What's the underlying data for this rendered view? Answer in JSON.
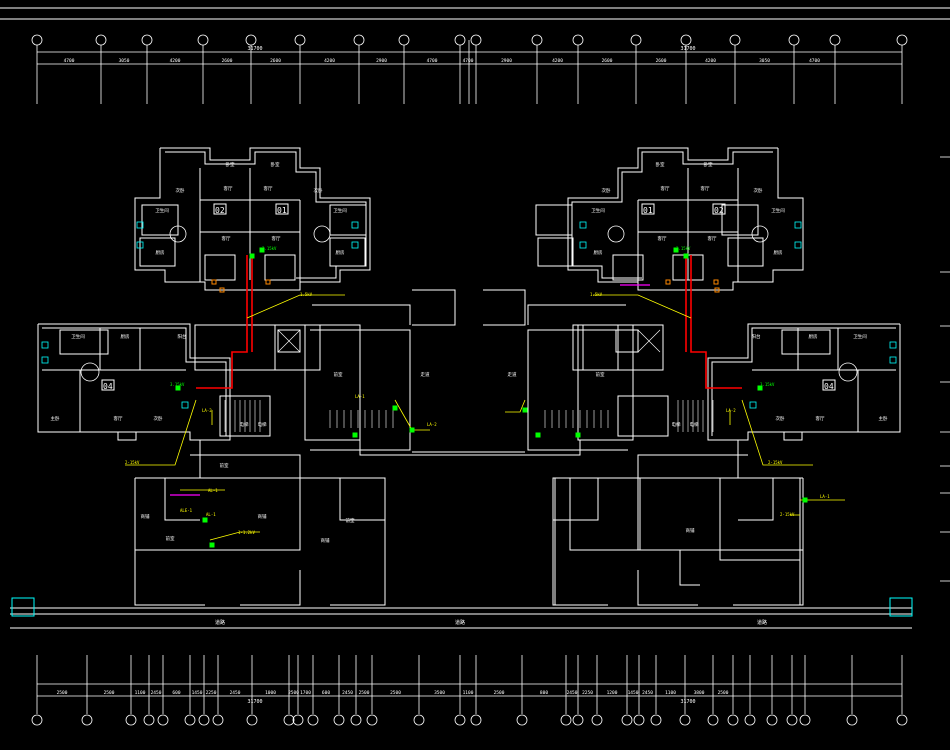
{
  "colors": {
    "background": "#000000",
    "wall": "#ffffff",
    "dim": "#ffffff",
    "pipe_red": "#ff0000",
    "pipe_yellow": "#ffff00",
    "equip_green": "#00ff00",
    "magenta": "#ff00ff",
    "cyan": "#00ffff",
    "orange": "#ff8800"
  },
  "top_axis": {
    "total": "31700",
    "segments": [
      "4700",
      "3050",
      "4200",
      "2600",
      "2600",
      "4200",
      "2900",
      "4700",
      "4700",
      "2900",
      "4200",
      "2600",
      "2600",
      "4200",
      "3050",
      "4700"
    ]
  },
  "bottom_axis": {
    "total": "31700",
    "segments": [
      "2500",
      "2500",
      "1100",
      "2450",
      "600",
      "1450",
      "2250",
      "2450",
      "1000",
      "2500",
      "1700",
      "600",
      "2450",
      "2500",
      "2500",
      "3500",
      "1100",
      "2500",
      "800",
      "2450",
      "2250",
      "1200",
      "1450",
      "2450",
      "1100",
      "3800",
      "2500"
    ]
  },
  "units": {
    "left_upper": [
      "02",
      "01"
    ],
    "right_upper": [
      "01",
      "02"
    ],
    "left_lower": "04",
    "right_lower": "04"
  },
  "room_labels": [
    "卧室",
    "客厅",
    "主卧",
    "次卧",
    "卫生间",
    "厨房",
    "阳台",
    "电梯",
    "楼梯间",
    "前室",
    "商铺",
    "走道"
  ],
  "annotations": [
    "3.15kV",
    "1.5kV",
    "2-15kV",
    "LA-1",
    "LA-2",
    "AL-1",
    "ALE-1",
    "1-1.2kV"
  ],
  "street_label": "道路"
}
